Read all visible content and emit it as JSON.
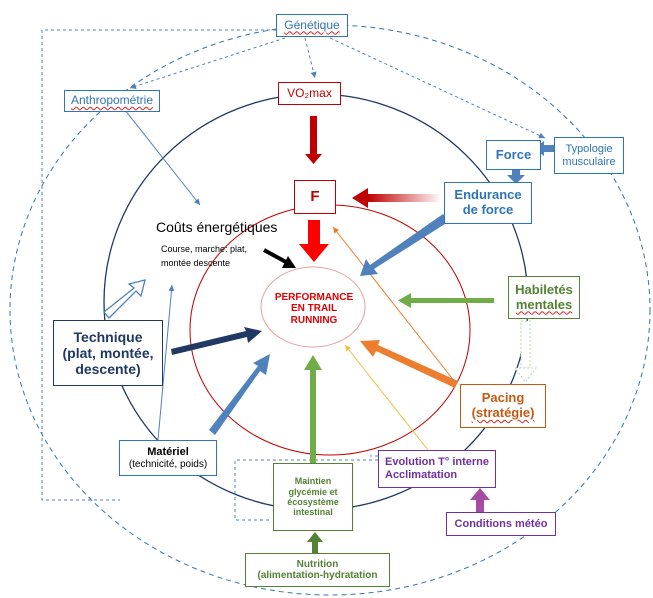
{
  "labels": {
    "genetique": "Génétique",
    "anthropometrie": "Anthropométrie",
    "vo2max": "VO₂max",
    "force": "Force",
    "typologie_line1": "Typologie",
    "typologie_line2": "musculaire",
    "f": "F",
    "endurance_line1": "Endurance",
    "endurance_line2": "de force",
    "couts_title": "Coûts énergétiques",
    "couts_sub_line1": "Course, marche: plat,",
    "couts_sub_line2": "montée descente",
    "performance_line1": "PERFORMANCE",
    "performance_line2": "EN TRAIL",
    "performance_line3": "RUNNING",
    "habiletes_line1": "Habiletés",
    "habiletes_line2": "mentales",
    "technique_line1": "Technique",
    "technique_line2": "(plat, montée,",
    "technique_line3": "descente)",
    "pacing_line1": "Pacing",
    "pacing_line2": "(stratégie)",
    "materiel_line1": "Matériel",
    "materiel_line2": "(technicité, poids)",
    "evolution_line1": "Evolution T° interne",
    "evolution_line2": "Acclimatation",
    "maintien_line1": "Maintien",
    "maintien_line2": "glycémie et",
    "maintien_line3": "écosystème",
    "maintien_line4": "intestinal",
    "conditions": "Conditions météo",
    "nutrition_line1": "Nutrition",
    "nutrition_line2": "(alimentation-hydratation"
  },
  "colors": {
    "blue": "#2e75b6",
    "steel": "#4f81bd",
    "dark_red": "#c00000",
    "red": "#e00000",
    "green": "#70ad47",
    "dark_green": "#548235",
    "orange": "#ed7d31",
    "brown": "#c55a11",
    "purple": "#7030a0",
    "violet": "#a64ca6",
    "navy": "#1f3864",
    "light_orange": "#f4b183",
    "pale_yellow": "#ffe699",
    "light_blue": "#9dc3e6"
  }
}
